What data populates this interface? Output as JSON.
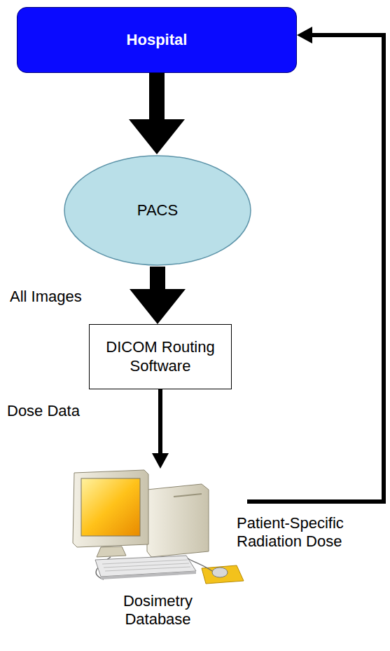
{
  "diagram": {
    "nodes": [
      {
        "text": [
          "Hospital"
        ]
      },
      {
        "text": [
          "PACS"
        ]
      },
      {
        "text": [
          "DICOM Routing Software"
        ]
      },
      {
        "text": [
          "Dosimetry Database"
        ]
      }
    ],
    "edges": [
      {
        "from": 0,
        "to": 1,
        "arrow": "to"
      },
      {
        "from": 1,
        "to": 2,
        "label": "All Images",
        "arrow": "to"
      },
      {
        "from": 2,
        "to": 3,
        "label": "Dose Data",
        "arrow": "to"
      },
      {
        "from": 3,
        "to": 0,
        "label": "Patient-Specific Radiation Dose",
        "arrow": "to"
      }
    ]
  }
}
